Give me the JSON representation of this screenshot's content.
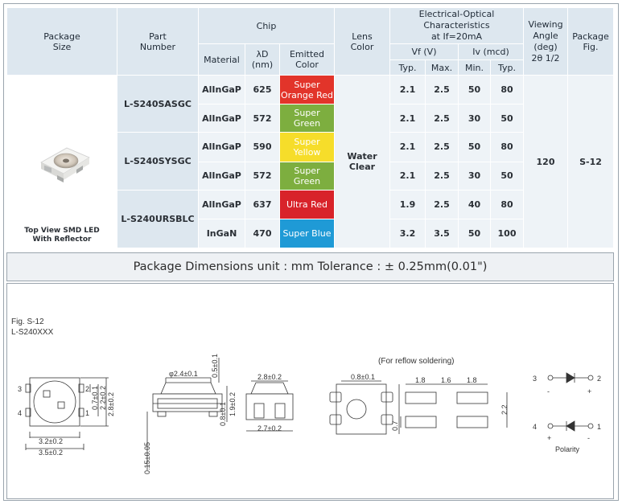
{
  "headers": {
    "package_size": "Package\nSize",
    "part_number": "Part\nNumber",
    "chip": "Chip",
    "material": "Material",
    "lambda": "λD\n(nm)",
    "emitted_color": "Emitted\nColor",
    "lens_color": "Lens\nColor",
    "eo": "Electrical-Optical\nCharacteristics\nat If=20mA",
    "vf": "Vf (V)",
    "iv": "Iv (mcd)",
    "vf_typ": "Typ.",
    "vf_max": "Max.",
    "iv_min": "Min.",
    "iv_typ": "Typ.",
    "viewing_angle": "Viewing\nAngle\n(deg)\n2θ 1/2",
    "package_fig": "Package\nFig."
  },
  "package_caption": "Top View SMD LED\nWith Reflector",
  "lens": "Water\nClear",
  "viewing_angle_value": "120",
  "package_fig_value": "S-12",
  "parts": [
    "L-S240SASGC",
    "L-S240SYSGC",
    "L-S240URSBLC"
  ],
  "rows": [
    {
      "material": "AlInGaP",
      "wavelength": "625",
      "color": "Super\nOrange Red",
      "hex": "#e2342a",
      "vf_typ": "2.1",
      "vf_max": "2.5",
      "iv_min": "50",
      "iv_typ": "80"
    },
    {
      "material": "AlInGaP",
      "wavelength": "572",
      "color": "Super Green",
      "hex": "#7dae3f",
      "vf_typ": "2.1",
      "vf_max": "2.5",
      "iv_min": "30",
      "iv_typ": "50"
    },
    {
      "material": "AlInGaP",
      "wavelength": "590",
      "color": "Super Yellow",
      "hex": "#f6dd2a",
      "vf_typ": "2.1",
      "vf_max": "2.5",
      "iv_min": "50",
      "iv_typ": "80"
    },
    {
      "material": "AlInGaP",
      "wavelength": "572",
      "color": "Super Green",
      "hex": "#7dae3f",
      "vf_typ": "2.1",
      "vf_max": "2.5",
      "iv_min": "30",
      "iv_typ": "50"
    },
    {
      "material": "AlInGaP",
      "wavelength": "637",
      "color": "Ultra Red",
      "hex": "#d8232a",
      "vf_typ": "1.9",
      "vf_max": "2.5",
      "iv_min": "40",
      "iv_typ": "80"
    },
    {
      "material": "InGaN",
      "wavelength": "470",
      "color": "Super Blue",
      "hex": "#1f9ad6",
      "vf_typ": "3.2",
      "vf_max": "3.5",
      "iv_min": "50",
      "iv_typ": "100"
    }
  ],
  "dimensions_band": "Package Dimensions   unit : mm  Tolerance : ± 0.25mm(0.01\")",
  "fig_label": "Fig. S-12",
  "fig_part": "L-S240XXX",
  "reflow_note": "(For reflow soldering)",
  "dims": {
    "w1": "3.2±0.2",
    "w2": "3.5±0.2",
    "h1": "0.7±0.1",
    "h2": "2.2±0.2",
    "h3": "2.8±0.2",
    "dia": "φ2.4±0.1",
    "sv1": "0.5±0.1",
    "sv2": "1.9±0.2",
    "sv3": "0.8±0.1",
    "sv4": "0.15±0.05",
    "e1": "2.8±0.2",
    "e2": "2.7±0.2",
    "b1": "0.8±0.1",
    "p1": "1.8",
    "p2": "1.6",
    "p3": "1.8",
    "p4": "2.2",
    "p5": "0.7",
    "pin1": "1",
    "pin2": "2",
    "pin3": "3",
    "pin4": "4",
    "plus": "+",
    "minus": "-",
    "polarity": "Polarity"
  },
  "colors": {
    "header_bg": "#dde7ef",
    "cell_bg": "#eef3f7",
    "border": "#9aa4ad"
  }
}
